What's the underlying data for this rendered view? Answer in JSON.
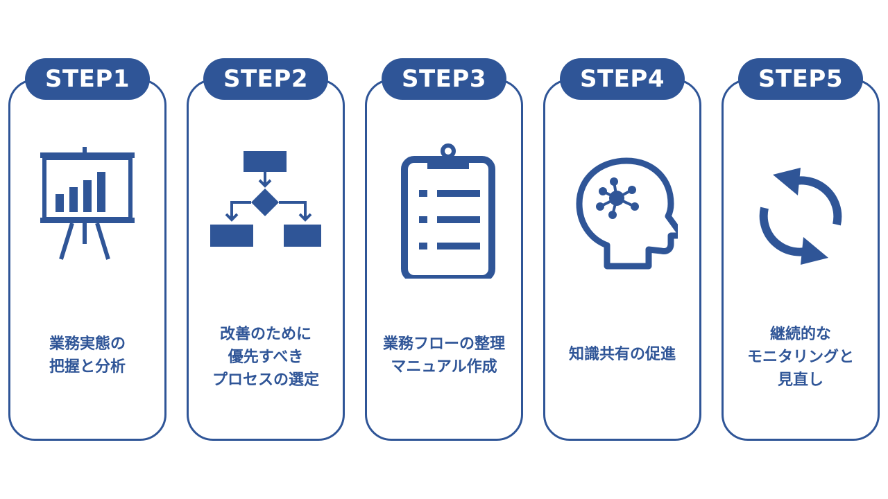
{
  "accent": "#2f5597",
  "steps": [
    {
      "label": "STEP1",
      "icon": "presentation-chart-icon",
      "lines": [
        "業務実態の",
        "把握と分析"
      ]
    },
    {
      "label": "STEP2",
      "icon": "flowchart-icon",
      "lines": [
        "改善のために",
        "優先すべき",
        "プロセスの選定"
      ]
    },
    {
      "label": "STEP3",
      "icon": "clipboard-list-icon",
      "lines": [
        "業務フローの整理",
        "マニュアル作成"
      ]
    },
    {
      "label": "STEP4",
      "icon": "brain-network-icon",
      "lines": [
        "知識共有の促進"
      ]
    },
    {
      "label": "STEP5",
      "icon": "cycle-arrows-icon",
      "lines": [
        "継続的な",
        "モニタリングと",
        "見直し"
      ]
    }
  ]
}
